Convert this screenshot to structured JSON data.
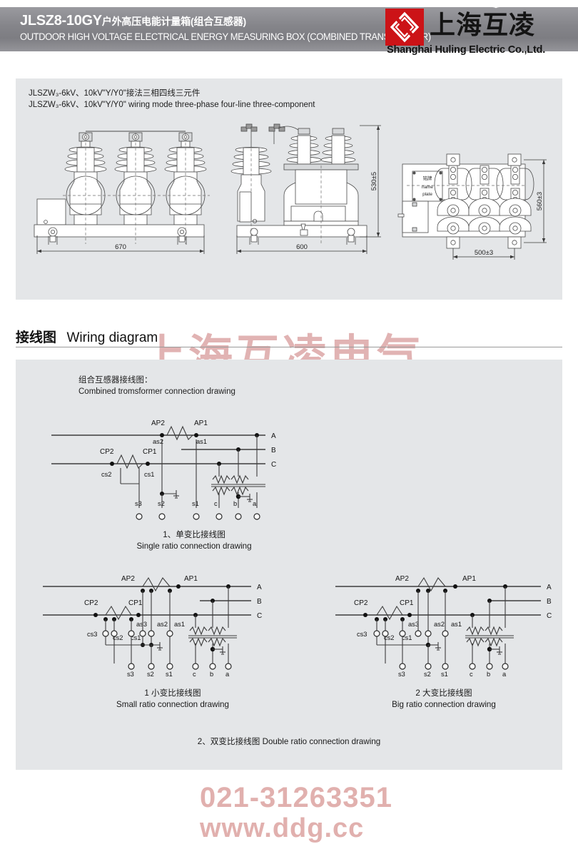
{
  "header": {
    "model": "JLSZ8-10GY",
    "title_cn": "户外高压电能计量箱(组合互感器)",
    "title_en": "OUTDOOR HIGH VOLTAGE ELECTRICAL ENERGY MEASURING BOX (COMBINED TRANSFORMER)",
    "brand_cn": "上海互凌",
    "brand_en": "Shanghai Huling Electric Co.,Ltd.",
    "bar_color": "#85858a",
    "logo_color": "#cc1317"
  },
  "drawing_panel": {
    "caption": "JLSZW₃-6kV、10kV\"Y/Y0\"接法三相四线三元件\nJLSZW₃-6kV、10kV\"Y/Y0\" wiring mode three-phase four-line three-component",
    "dimensions": {
      "front_width": "670",
      "side_width": "600",
      "side_height": "530±5",
      "top_width": "500±3",
      "top_height": "560±3"
    },
    "name_plate_cn": "铭牌",
    "name_plate_en_line1": "name",
    "name_plate_en_line2": "plate"
  },
  "section": {
    "heading_cn": "接线图",
    "heading_en": "Wiring diagram"
  },
  "wiring_panel": {
    "intro_cn": "组合互感器接线图：",
    "intro_en": "Combined tromsformer connection drawing",
    "bottom_caption": "2、双变比接线图 Double ratio connection drawing",
    "figures": [
      {
        "id": "single-ratio",
        "caption_cn": "1、单变比接线图",
        "caption_en": "Single ratio connection drawing",
        "phase_labels": [
          "A",
          "B",
          "C"
        ],
        "primary_labels": [
          "AP2",
          "AP1",
          "CP2",
          "CP1"
        ],
        "secondary_labels": [
          "as2",
          "as1",
          "cs2",
          "cs1"
        ],
        "terminal_labels": [
          "s3",
          "s2",
          "s1",
          "c",
          "b",
          "a"
        ]
      },
      {
        "id": "small-ratio",
        "caption_cn": "1 小变比接线图",
        "caption_en": "Small ratio connection drawing",
        "phase_labels": [
          "A",
          "B",
          "C"
        ],
        "primary_labels": [
          "AP2",
          "AP1",
          "CP2",
          "CP1"
        ],
        "secondary_labels": [
          "as3",
          "as2",
          "as1",
          "cs3",
          "cs2",
          "cs1"
        ],
        "terminal_labels": [
          "s3",
          "s2",
          "s1",
          "c",
          "b",
          "a"
        ]
      },
      {
        "id": "big-ratio",
        "caption_cn": "2 大变比接线图",
        "caption_en": "Big ratio connection drawing",
        "phase_labels": [
          "A",
          "B",
          "C"
        ],
        "primary_labels": [
          "AP2",
          "AP1",
          "CP2",
          "CP1"
        ],
        "secondary_labels": [
          "as3",
          "as2",
          "as1",
          "cs3",
          "cs2",
          "cs1"
        ],
        "terminal_labels": [
          "s3",
          "s2",
          "s1",
          "c",
          "b",
          "a"
        ]
      }
    ]
  },
  "watermarks": {
    "drawing": "上海互凌电气",
    "phone": "021-31263351",
    "site": "www.ddg.cc"
  }
}
